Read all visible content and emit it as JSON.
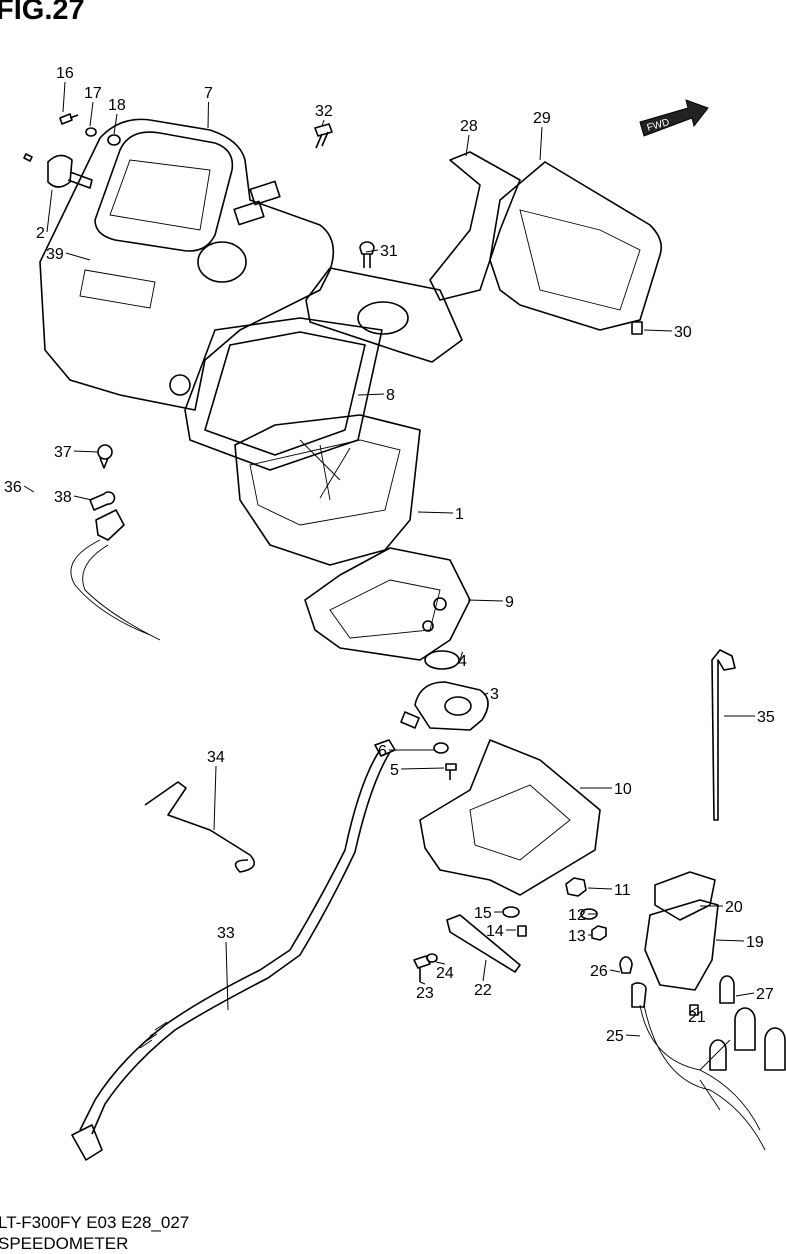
{
  "title": "FIG.27",
  "diagram_code": "LT-F300FY E03 E28_027",
  "caption": "SPEEDOMETER",
  "fwd_badge": "FWD",
  "part_labels": [
    "16",
    "17",
    "18",
    "7",
    "32",
    "28",
    "29",
    "2",
    "39",
    "31",
    "30",
    "8",
    "37",
    "36",
    "38",
    "1",
    "9",
    "4",
    "3",
    "35",
    "34",
    "6",
    "5",
    "10",
    "11",
    "20",
    "12",
    "15",
    "14",
    "13",
    "19",
    "33",
    "26",
    "27",
    "24",
    "22",
    "23",
    "21",
    "25"
  ]
}
